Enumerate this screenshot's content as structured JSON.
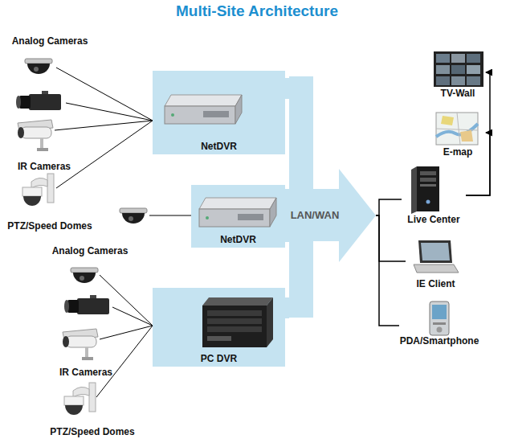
{
  "diagram": {
    "title": "Multi-Site Architecture",
    "nodes": [
      {
        "text": [
          "NetDVR"
        ]
      },
      {
        "text": [
          "NetDVR"
        ]
      },
      {
        "text": [
          "PC DVR"
        ]
      },
      {
        "text": [
          "LAN/WAN"
        ]
      },
      {
        "text": [
          "TV-Wall"
        ]
      },
      {
        "text": [
          "E-map"
        ]
      },
      {
        "text": [
          "Live Center"
        ]
      },
      {
        "text": [
          "IE Client"
        ]
      },
      {
        "text": [
          "PDA/Smartphone"
        ]
      }
    ],
    "edges": [
      {
        "from": 0,
        "to": 3,
        "arrow": "none"
      },
      {
        "from": 1,
        "to": 3,
        "arrow": "none"
      },
      {
        "from": 2,
        "to": 3,
        "arrow": "none"
      },
      {
        "from": 3,
        "to": 6,
        "arrow": "none"
      },
      {
        "from": 3,
        "to": 7,
        "arrow": "none"
      },
      {
        "from": 3,
        "to": 8,
        "arrow": "none"
      },
      {
        "from": 6,
        "to": 4,
        "arrow": "to"
      },
      {
        "from": 6,
        "to": 5,
        "arrow": "to"
      }
    ],
    "labels": [
      "Analog Cameras",
      "IR Cameras",
      "PTZ/Speed Domes",
      "Analog Cameras",
      "IR Cameras",
      "PTZ/Speed Domes"
    ]
  }
}
